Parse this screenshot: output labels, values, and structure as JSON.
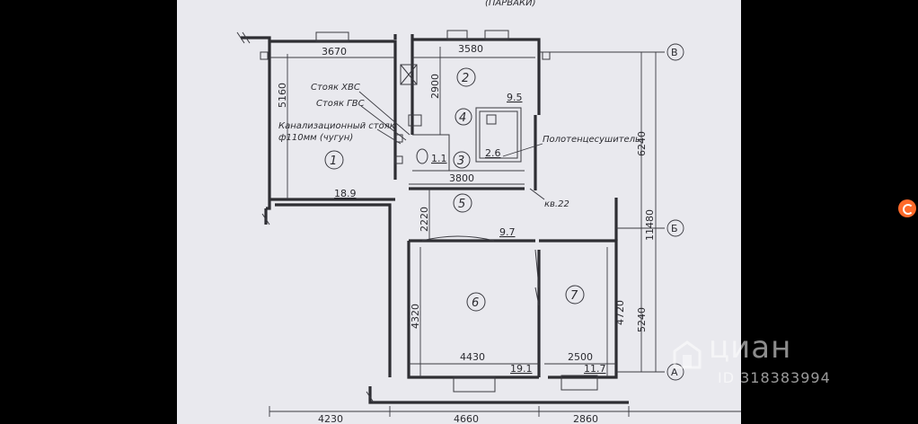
{
  "plan": {
    "header_fragment": "(ПАРВАКИ)",
    "axes": {
      "top": "В",
      "middle": "Б",
      "bottom": "А"
    },
    "dims": {
      "top_left": "3670",
      "top_right": "3580",
      "left_vertical": "5160",
      "room2_vertical": "2900",
      "mid_horizontal": "3800",
      "corridor_vertical": "2220",
      "room6_vertical": "4320",
      "room6_width": "4430",
      "room7_width": "2500",
      "room7_vertical": "4720",
      "right_upper": "6240",
      "right_total": "11480",
      "right_lower": "5240",
      "bottom_left": "4230",
      "bottom_mid": "4660",
      "bottom_right": "2860"
    },
    "rooms": {
      "r1": "1",
      "r2": "2",
      "r3": "3",
      "r4": "4",
      "r5": "5",
      "r6": "6",
      "r7": "7"
    },
    "areas": {
      "a1": "18.9",
      "a2": "9.5",
      "a3": "1.1",
      "a4": "2.6",
      "a5": "9.7",
      "a6": "19.1",
      "a7": "11.7"
    },
    "labels": {
      "cold_riser": "Стояк ХВС",
      "hot_riser": "Стояк ГВС",
      "sewer_line1": "Канализационный стояк",
      "sewer_line2": "ф110мм (чугун)",
      "towel": "Полотенцесушитель",
      "apartment": "кв.22"
    }
  },
  "watermark": {
    "brand": "циан",
    "listing_id": "ID 318383994"
  }
}
